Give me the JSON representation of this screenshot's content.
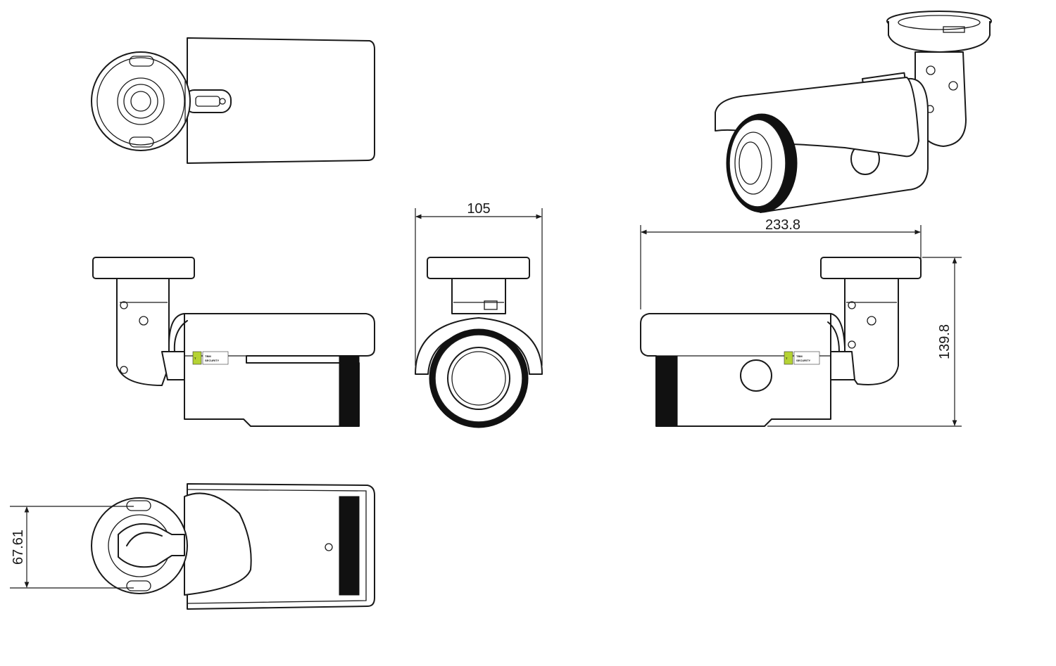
{
  "dimensions": {
    "width_label": "105",
    "length_label": "233.8",
    "height_label": "139.8",
    "mount_label": "67.61"
  },
  "colors": {
    "line": "#1a1a1a",
    "logo_accent": "#b5d334",
    "background": "#ffffff"
  },
  "logo": {
    "mark": "T",
    "text_line1": "TBM",
    "text_line2": "SECURITY"
  }
}
